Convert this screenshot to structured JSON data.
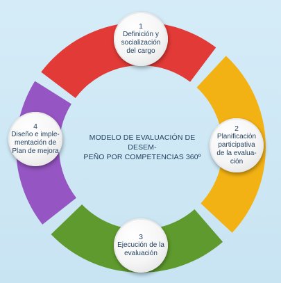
{
  "diagram": {
    "center_title": "MODELO DE EVALUACIÓN DE DESEM-\nPEÑO POR COMPETENCIAS 360º",
    "steps": [
      {
        "number": "1",
        "label": "Definición y\nsocialización\ndel cargo",
        "color": "#e23a37"
      },
      {
        "number": "2",
        "label": "Planificación\nparticipativa\nde la evalua-\nción",
        "color": "#f3b214"
      },
      {
        "number": "3",
        "label": "Ejecución de la\nevaluación",
        "color": "#5f9a2e"
      },
      {
        "number": "4",
        "label": "Diseño e imple-\nmentación de\nPlan de mejora",
        "color": "#9555c2"
      }
    ]
  }
}
